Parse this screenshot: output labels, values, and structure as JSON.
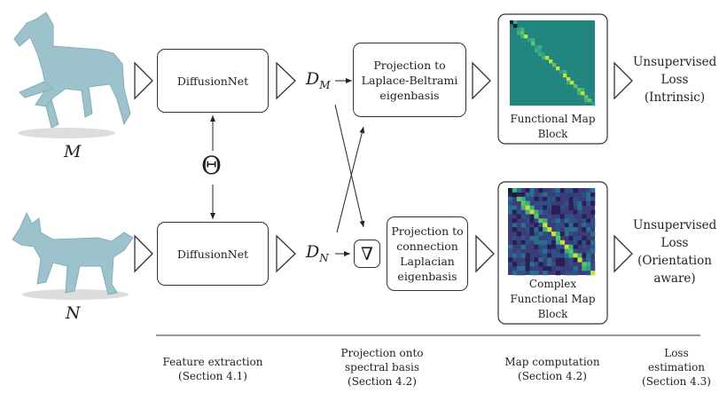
{
  "shapes": {
    "top_label": "M",
    "bottom_label": "N"
  },
  "theta": "Θ",
  "diffusion_top": "DiffusionNet",
  "diffusion_bottom": "DiffusionNet",
  "descriptors": {
    "top": {
      "base": "D",
      "sub": "M"
    },
    "bottom": {
      "base": "D",
      "sub": "N"
    }
  },
  "gradient_symbol": "∇",
  "projection_top": [
    "Projection to",
    "Laplace-Beltrami",
    "eigenbasis"
  ],
  "projection_bottom": [
    "Projection to",
    "connection",
    "Laplacian",
    "eigenbasis"
  ],
  "fmap_top_caption": [
    "Functional Map",
    "Block"
  ],
  "fmap_bottom_caption": [
    "Complex",
    "Functional Map",
    "Block"
  ],
  "loss_top": [
    "Unsupervised",
    "Loss",
    "(Intrinsic)"
  ],
  "loss_bottom": [
    "Unsupervised",
    "Loss",
    "(Orientation",
    "aware)"
  ],
  "footer": [
    {
      "line1": "Feature extraction",
      "line2": "(Section 4.1)"
    },
    {
      "line1": "Projection onto",
      "line2": "spectral basis",
      "line3": "(Section 4.2)"
    },
    {
      "line1": "Map computation",
      "line2": "(Section 4.2)"
    },
    {
      "line1": "Loss",
      "line2": "estimation",
      "line3": "(Section 4.3)"
    }
  ],
  "colors": {
    "mesh": "#9cc3cc",
    "heatmap_top_bg": "#23857f",
    "heatmap_bottom_bg": "#3b3d78",
    "heatmap_diag": "#c8e03a"
  }
}
